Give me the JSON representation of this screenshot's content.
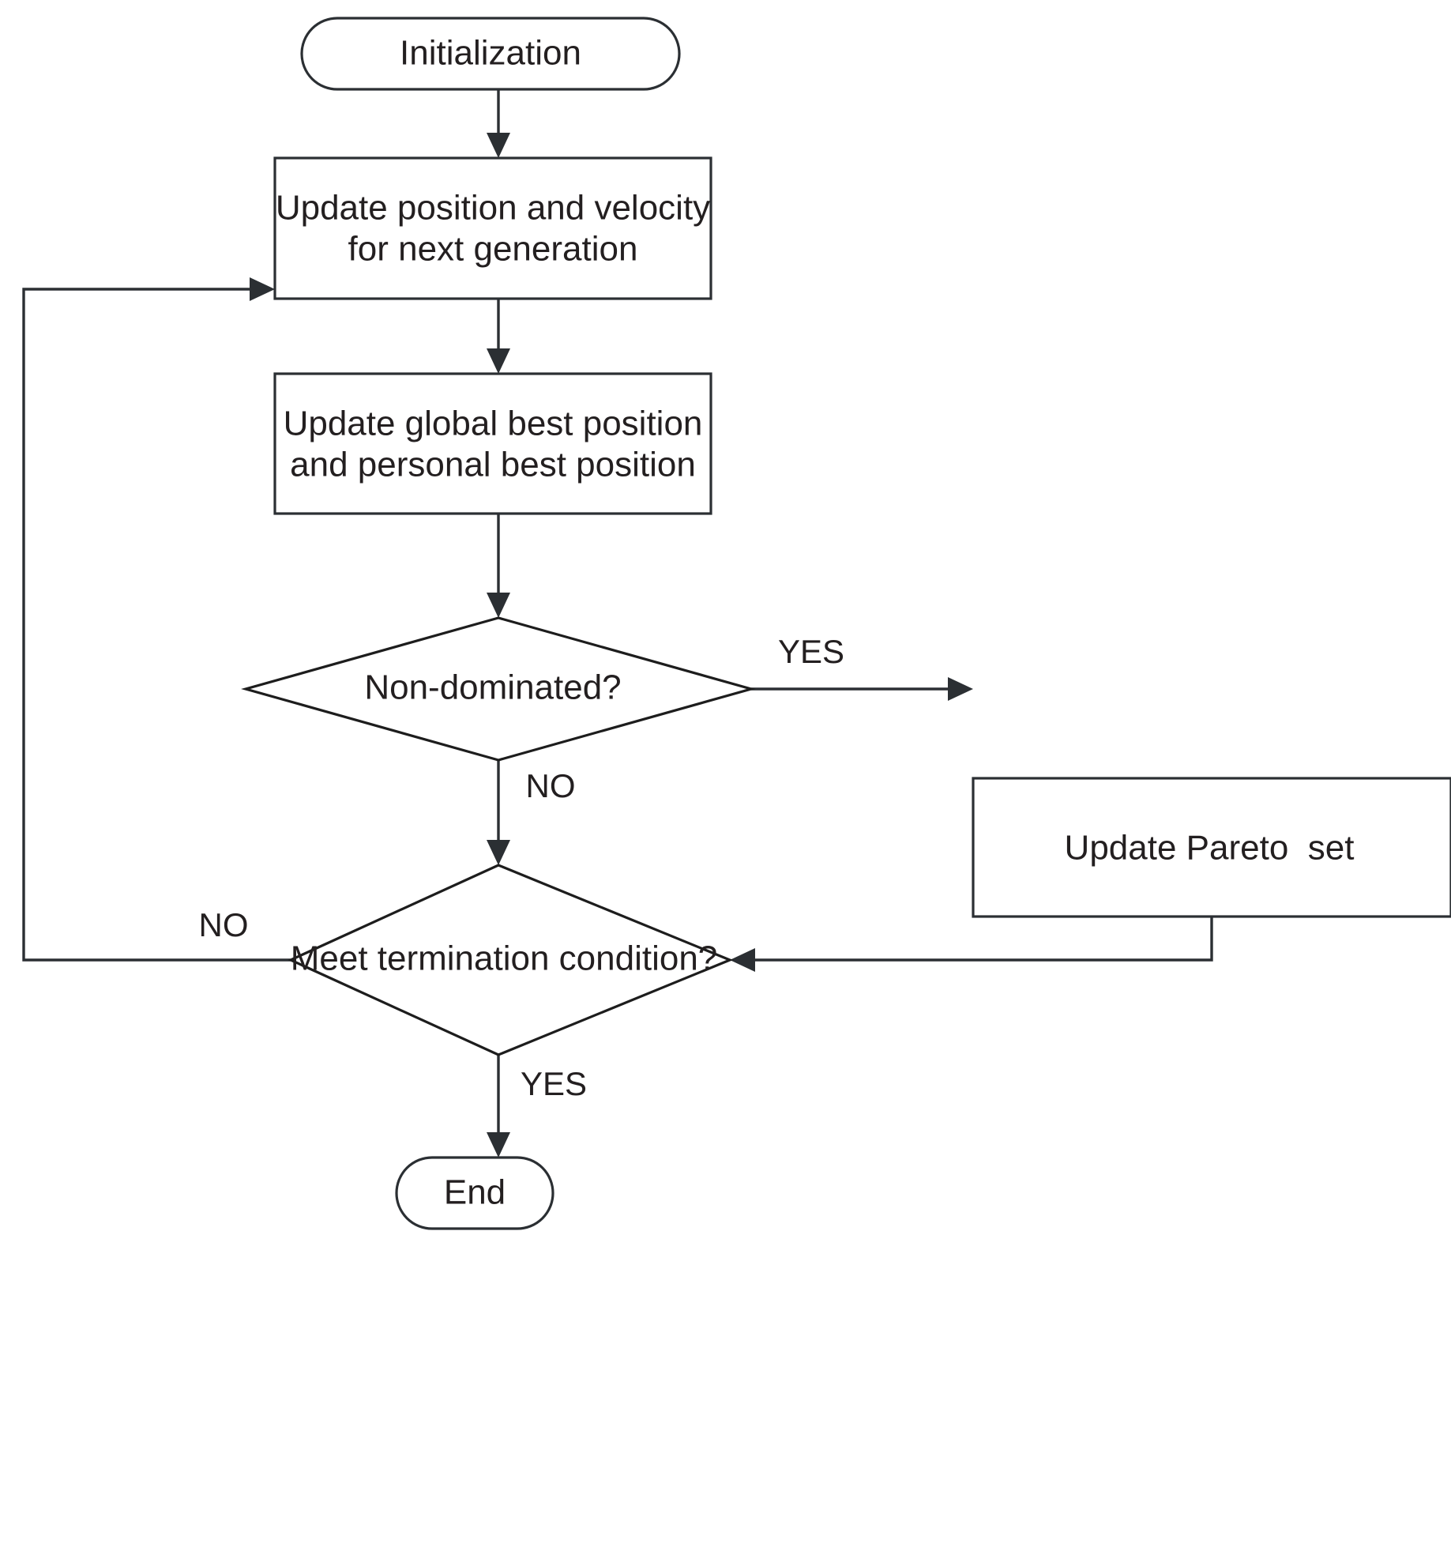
{
  "diagram": {
    "type": "flowchart",
    "title": "Multi-objective particle swarm optimization flowchart",
    "background_color": "#ffffff",
    "line_color": "#2b2f33",
    "text_color": "#231f20",
    "nodes": {
      "start": {
        "label": "Initialization",
        "shape": "terminator"
      },
      "update_position": {
        "line1": "Update position and velocity",
        "line2": "for next generation",
        "shape": "process"
      },
      "update_best": {
        "line1": "Update global best position",
        "line2": "and personal best position",
        "shape": "process"
      },
      "non_dominated": {
        "label": "Non-dominated?",
        "shape": "decision"
      },
      "update_pareto": {
        "label": "Update Pareto  set",
        "shape": "process"
      },
      "termination": {
        "label": "Meet termination condition?",
        "shape": "decision"
      },
      "end": {
        "label": "End",
        "shape": "terminator"
      }
    },
    "edge_labels": {
      "non_dominated_yes": "YES",
      "non_dominated_no": "NO",
      "termination_no": "NO",
      "termination_yes": "YES"
    }
  }
}
